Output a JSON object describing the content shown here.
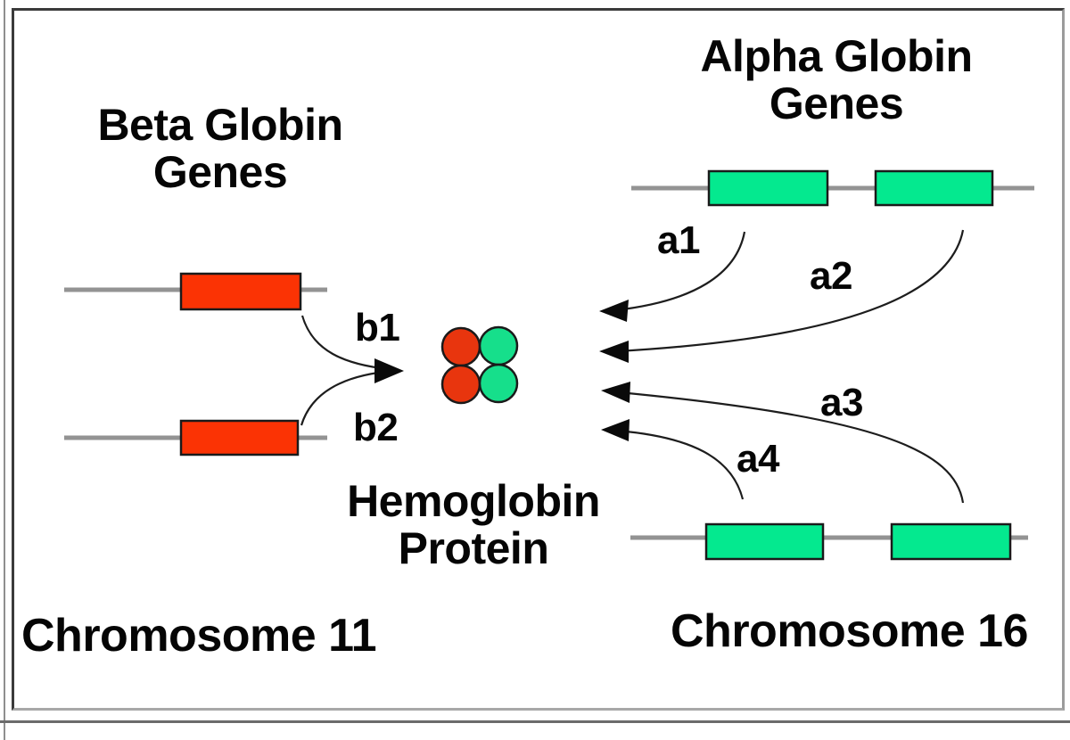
{
  "labels": {
    "beta_title_line1": "Beta Globin",
    "beta_title_line2": "Genes",
    "alpha_title_line1": "Alpha Globin",
    "alpha_title_line2": "Genes",
    "protein_line1": "Hemoglobin",
    "protein_line2": "Protein",
    "chromosome_left": "Chromosome 11",
    "chromosome_right": "Chromosome 16",
    "b1": "b1",
    "b2": "b2",
    "a1": "a1",
    "a2": "a2",
    "a3": "a3",
    "a4": "a4"
  },
  "colors": {
    "beta_gene_fill": "#fb3304",
    "alpha_gene_fill": "#04e98f",
    "beta_subunit_fill": "#e8350e",
    "alpha_subunit_fill": "#16df8b",
    "chromosome_line": "#939393",
    "arrow_stroke": "#1d1d1d",
    "text": "#000000",
    "frame_dark": "#3b3b3b",
    "frame_light": "#a8a8a8"
  }
}
